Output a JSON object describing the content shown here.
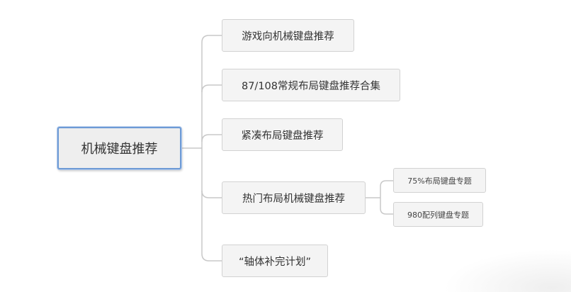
{
  "root": {
    "label": "机械键盘推荐"
  },
  "branches": [
    {
      "label": "游戏向机械键盘推荐"
    },
    {
      "label": "87/108常规布局键盘推荐合集"
    },
    {
      "label": "紧凑布局键盘推荐"
    },
    {
      "label": "热门布局机械键盘推荐",
      "children": [
        {
          "label": "75%布局键盘专题"
        },
        {
          "label": "980配列键盘专题"
        }
      ]
    },
    {
      "label": "“轴体补完计划”"
    }
  ],
  "colors": {
    "connector": "#c8c8c8",
    "root_border": "#6e9bd6",
    "node_fill": "#f4f4f4",
    "node_border": "#d2d2d2"
  }
}
